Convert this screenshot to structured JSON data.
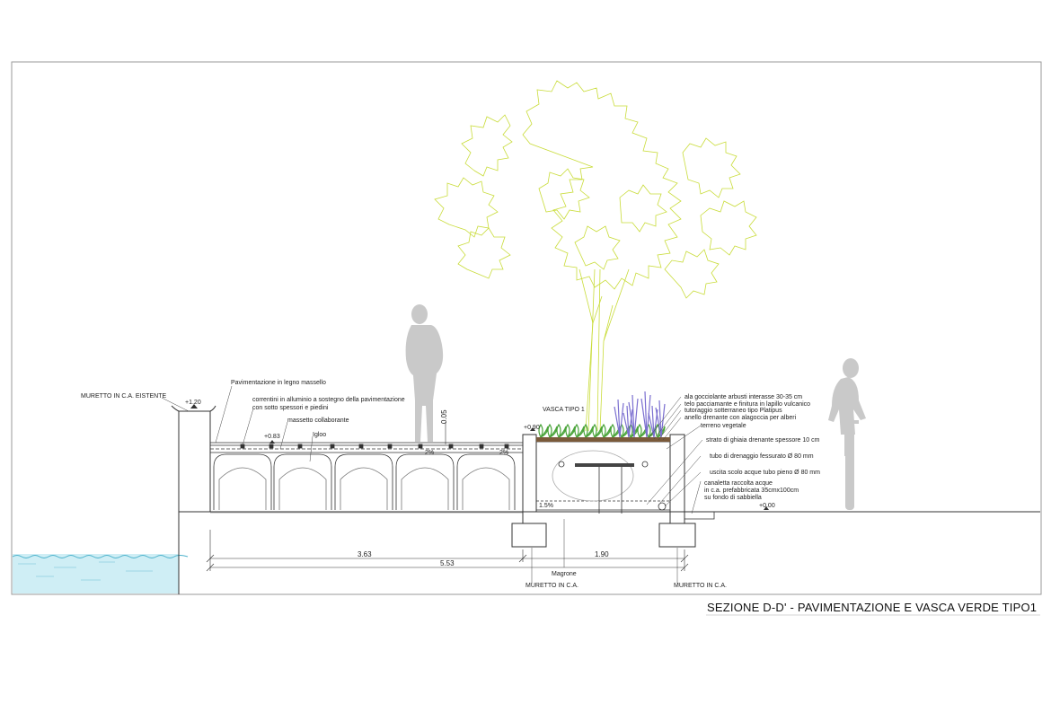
{
  "title": "SEZIONE D-D' -  PAVIMENTAZIONE E VASCA VERDE TIPO1",
  "colors": {
    "tree": "#c9dc3a",
    "water": "#bfe6f0",
    "silhouette": "#c9c9c9",
    "plant_green": "#4aa43a",
    "plant_purple": "#7b6fd0",
    "soil": "#7a5a3a"
  },
  "labels": {
    "muretto_esistente": "MURETTO IN C.A. EISTENTE",
    "pavimentazione": "Pavimentazione in legno massello",
    "correntini_1": "correntini in alluminio a sostegno della pavimentazione",
    "correntini_2": "con sotto spessori e piedini",
    "massetto": "massetto collaborante",
    "igloo": "Igloo",
    "vasca": "VASCA TIPO 1",
    "ala": "ala gocciolante arbusti interasse 30-35 cm",
    "telo": "telo pacciamante e finitura in lapillo vulcanico",
    "tutoraggio": "tutoraggio sotterraneo tipo Platipus",
    "anello": "anello drenante con alagoccia per alberi",
    "terreno": "terreno vegetale",
    "ghiaia": "strato di ghiaia drenante spessore 10 cm",
    "tubo": "tubo di drenaggio fessurato Ø 80 mm",
    "uscita": "uscita scolo acque tubo pieno Ø 80 mm",
    "canaletta_1": "canaletta raccolta acque",
    "canaletta_2": "in c.a. prefabbricata 35cmx100cm",
    "canaletta_3": "su fondo di sabbiella",
    "magrone": "Magrone",
    "muretto_ca_1": "MURETTO IN C.A.",
    "muretto_ca_2": "MURETTO IN C.A."
  },
  "levels": {
    "l120": "+1.20",
    "l083": "+0.83",
    "l090": "+0.90",
    "l000": "+0.00"
  },
  "dimensions": {
    "d363": "3.63",
    "d190": "1.90",
    "d553": "5.53",
    "d005": "0.05",
    "slope_a": "2%",
    "slope_b": "2%",
    "slope_c": "1.5%"
  }
}
